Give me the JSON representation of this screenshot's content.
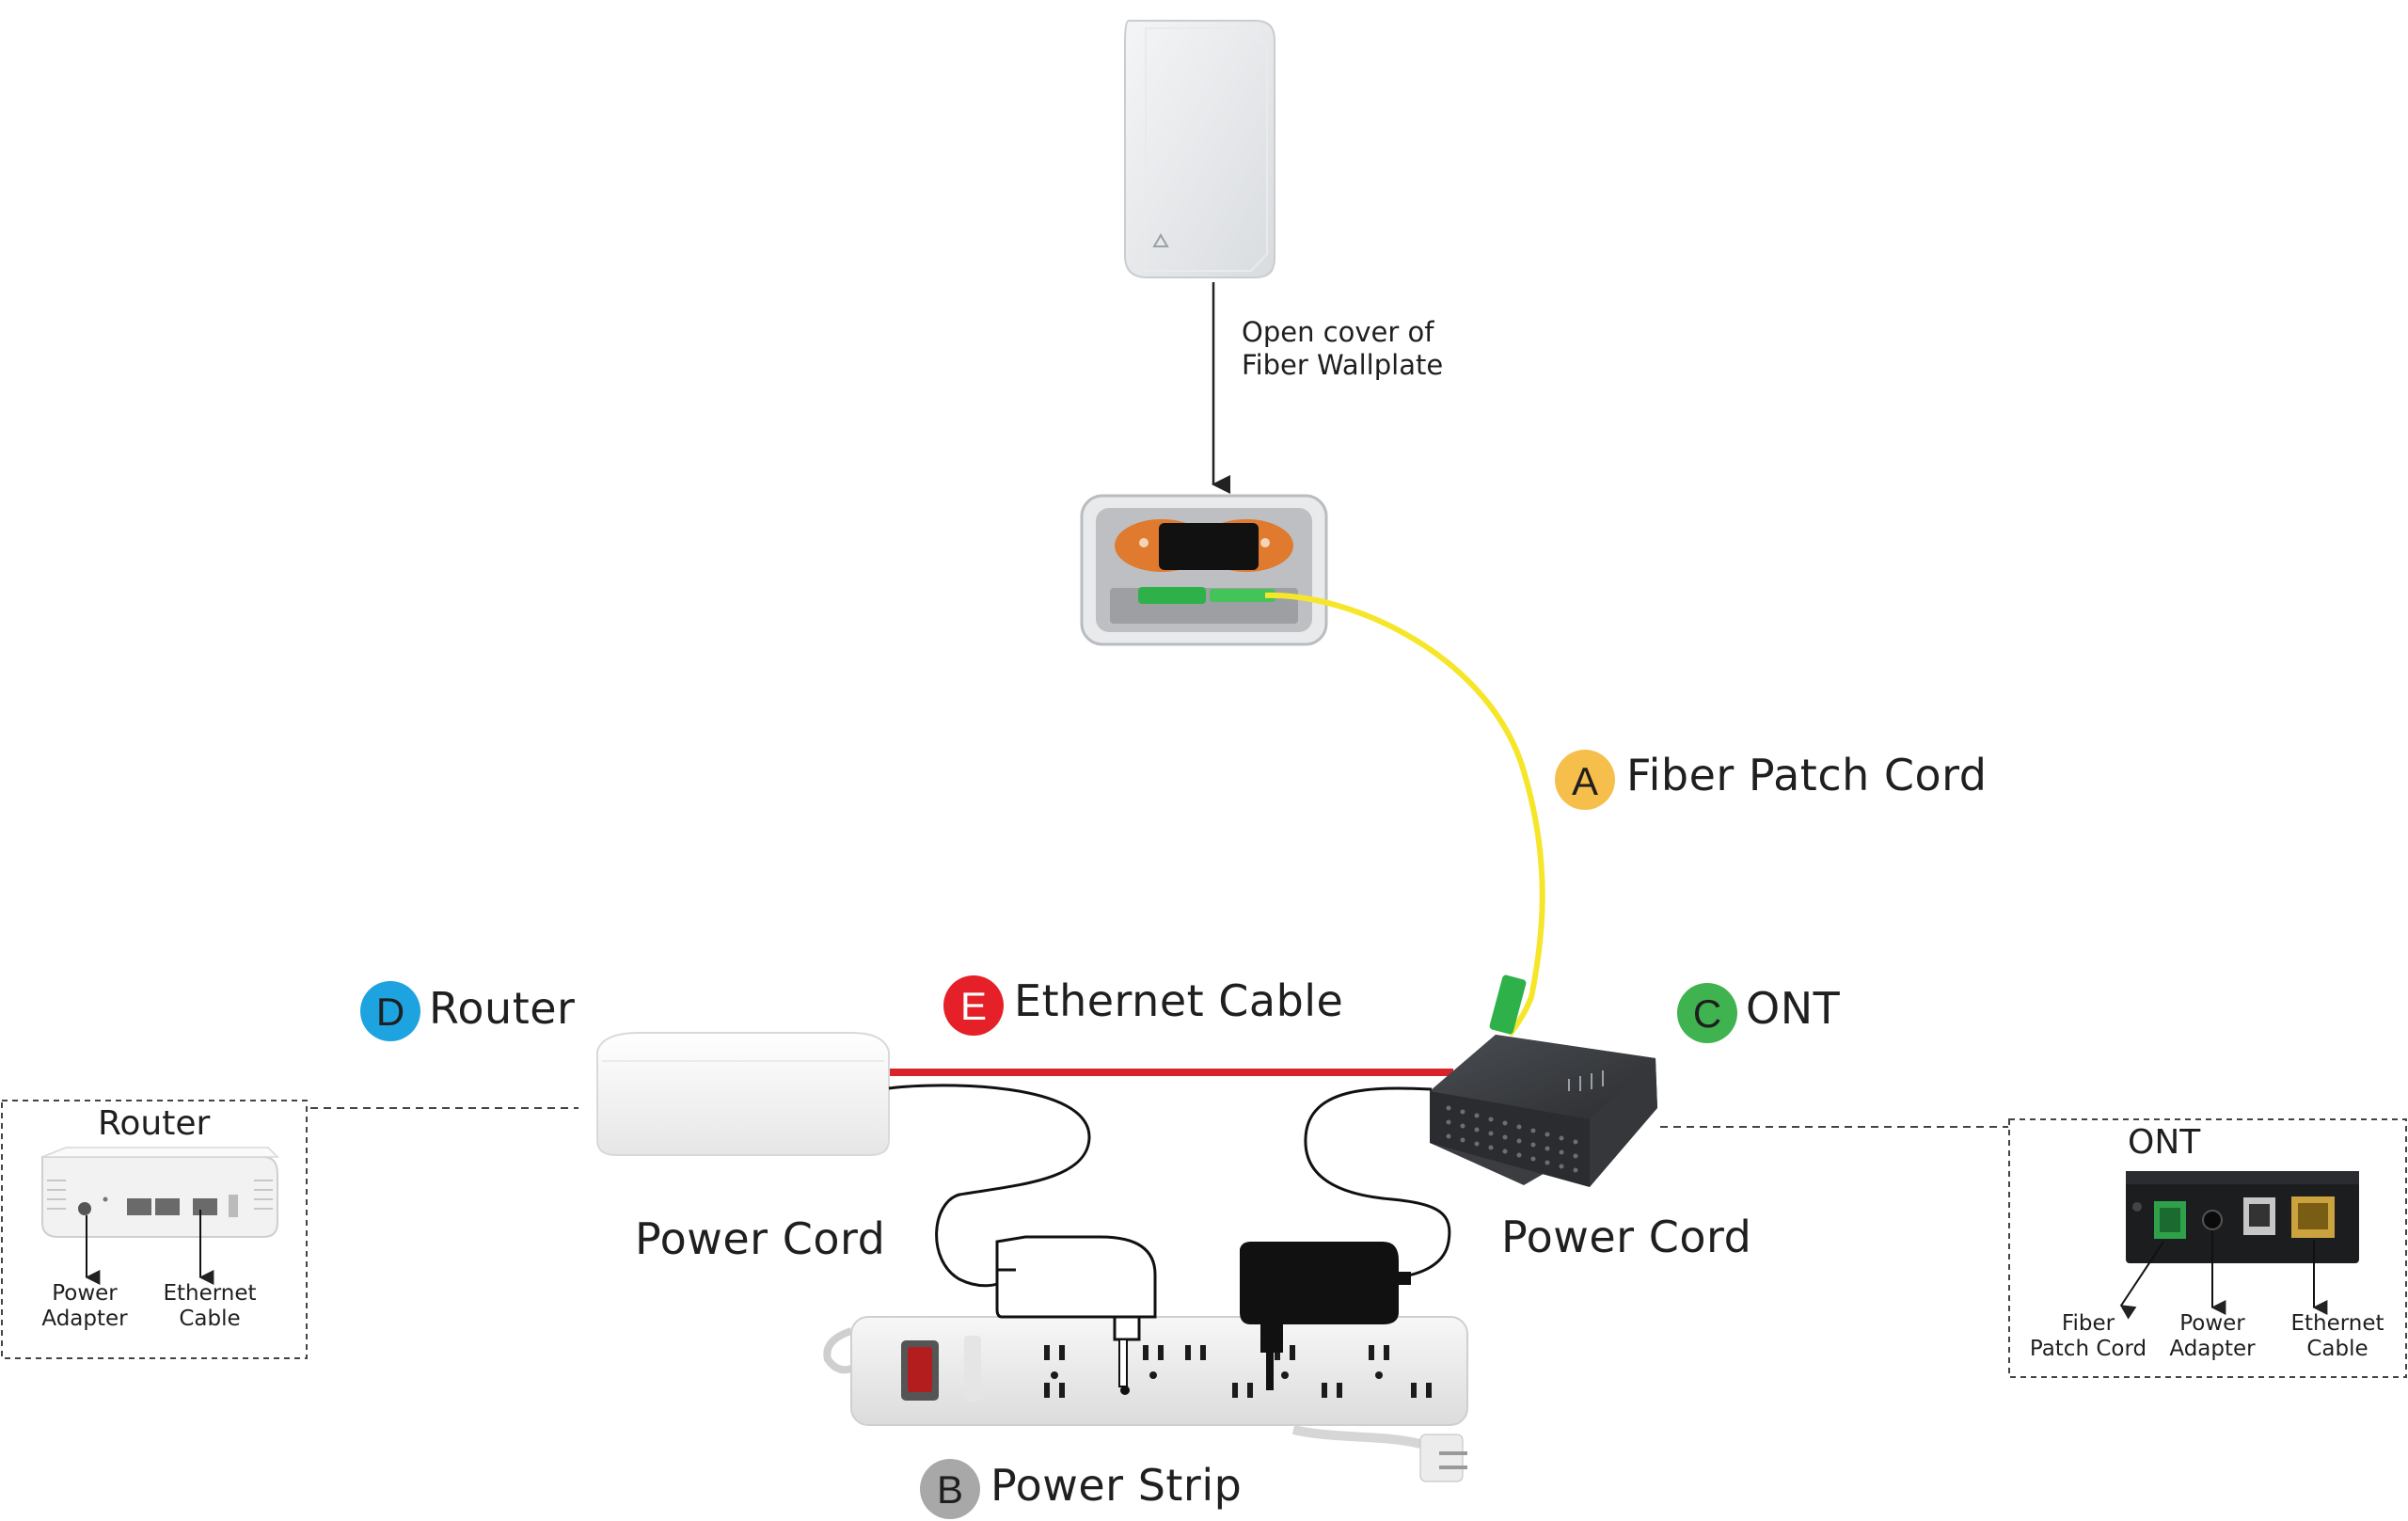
{
  "wallplate": {
    "instruction_line1": "Open cover of",
    "instruction_line2": "Fiber Wallplate"
  },
  "components": [
    {
      "letter": "A",
      "label": "Fiber Patch Cord",
      "color": "#f6bf4c"
    },
    {
      "letter": "B",
      "label": "Power Strip",
      "color": "#a8a8a8"
    },
    {
      "letter": "C",
      "label": "ONT",
      "color": "#3fb34f"
    },
    {
      "letter": "D",
      "label": "Router",
      "color": "#1ea3e1"
    },
    {
      "letter": "E",
      "label": "Ethernet Cable",
      "color": "#e52028"
    }
  ],
  "power_cord_labels": [
    "Power Cord",
    "Power Cord"
  ],
  "router_detail": {
    "title": "Router",
    "ports": [
      {
        "line1": "Power",
        "line2": "Adapter"
      },
      {
        "line1": "Ethernet",
        "line2": "Cable"
      }
    ]
  },
  "ont_detail": {
    "title": "ONT",
    "ports": [
      {
        "line1": "Fiber",
        "line2": "Patch Cord"
      },
      {
        "line1": "Power",
        "line2": "Adapter"
      },
      {
        "line1": "Ethernet",
        "line2": "Cable"
      }
    ]
  },
  "colors": {
    "fiber_cable": "#f5e62a",
    "ethernet_cable": "#d8232a",
    "power_cable": "#111111"
  }
}
